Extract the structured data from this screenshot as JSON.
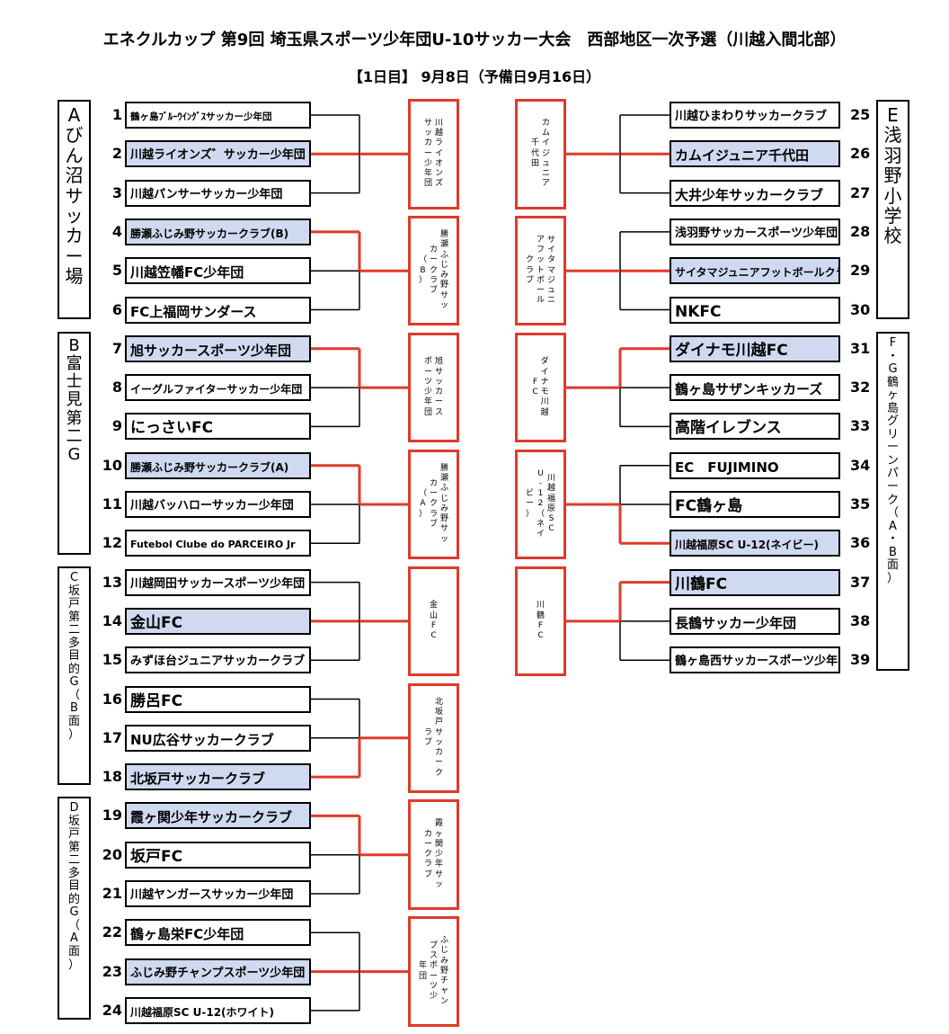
{
  "header": {
    "title": "エネクルカップ 第9回 埼玉県スポーツ少年団U-10サッカー大会　西部地区一次予選（川越入間北部）",
    "subtitle": "【1日目】 9月8日（予備日9月16日）"
  },
  "colors": {
    "winner_line": "#e03a2a",
    "winner_fill": "#cfdaf0"
  },
  "venues": [
    {
      "id": "A",
      "label": "Aびん沼サッカー場"
    },
    {
      "id": "B",
      "label": "B富士見第二G"
    },
    {
      "id": "C",
      "label": "C坂戸第二多目的G（B面）"
    },
    {
      "id": "D",
      "label": "D坂戸第二多目的G（A面）"
    },
    {
      "id": "E",
      "label": "E浅羽野小学校"
    },
    {
      "id": "F",
      "label": "F・G鶴ヶ島グリーンパーク（A・B面）"
    }
  ],
  "teams": [
    {
      "no": "1",
      "name": "鶴ヶ島ﾌﾞﾙｰｳｲﾝｸﾞｽサッカー少年団"
    },
    {
      "no": "2",
      "name": "川越ライオンズ゛サッカー少年団"
    },
    {
      "no": "3",
      "name": "川越パンサーサッカー少年団"
    },
    {
      "no": "4",
      "name": "勝瀬ふじみ野サッカークラブ(B)"
    },
    {
      "no": "5",
      "name": "川越笠幡FC少年団"
    },
    {
      "no": "6",
      "name": "FC上福岡サンダース"
    },
    {
      "no": "7",
      "name": "旭サッカースポーツ少年団"
    },
    {
      "no": "8",
      "name": "イーグルファイターサッカー少年団"
    },
    {
      "no": "9",
      "name": "にっさいFC"
    },
    {
      "no": "10",
      "name": "勝瀬ふじみ野サッカークラブ(A)"
    },
    {
      "no": "11",
      "name": "川越バッハローサッカー少年団"
    },
    {
      "no": "12",
      "name": "Futebol Clube do PARCEIRO Jr"
    },
    {
      "no": "13",
      "name": "川越岡田サッカースポーツ少年団"
    },
    {
      "no": "14",
      "name": "金山FC"
    },
    {
      "no": "15",
      "name": "みずほ台ジュニアサッカークラブ"
    },
    {
      "no": "16",
      "name": "勝呂FC"
    },
    {
      "no": "17",
      "name": "NU広谷サッカークラブ"
    },
    {
      "no": "18",
      "name": "北坂戸サッカークラブ"
    },
    {
      "no": "19",
      "name": "霞ヶ関少年サッカークラブ"
    },
    {
      "no": "20",
      "name": "坂戸FC"
    },
    {
      "no": "21",
      "name": "川越ヤンガースサッカー少年団"
    },
    {
      "no": "22",
      "name": "鶴ヶ島栄FC少年団"
    },
    {
      "no": "23",
      "name": "ふじみ野チャンプスポーツ少年団"
    },
    {
      "no": "24",
      "name": "川越福原SC U-12(ホワイト)"
    },
    {
      "no": "25",
      "name": "川越ひまわりサッカークラブ"
    },
    {
      "no": "26",
      "name": "カムイジュニア千代田"
    },
    {
      "no": "27",
      "name": "大井少年サッカークラブ"
    },
    {
      "no": "28",
      "name": "浅羽野サッカースポーツ少年団"
    },
    {
      "no": "29",
      "name": "サイタマジュニアフットボールクラブ"
    },
    {
      "no": "30",
      "name": "NKFC"
    },
    {
      "no": "31",
      "name": "ダイナモ川越FC"
    },
    {
      "no": "32",
      "name": "鶴ヶ島サザンキッカーズ"
    },
    {
      "no": "33",
      "name": "高階イレブンス"
    },
    {
      "no": "34",
      "name": "EC　FUJIMINO"
    },
    {
      "no": "35",
      "name": "FC鶴ヶ島"
    },
    {
      "no": "36",
      "name": "川越福原SC U-12(ネイビー)"
    },
    {
      "no": "37",
      "name": "川鶴FC"
    },
    {
      "no": "38",
      "name": "長鶴サッカー少年団"
    },
    {
      "no": "39",
      "name": "鶴ヶ島西サッカースポーツ少年団"
    }
  ],
  "winners": [
    {
      "group": "1-3",
      "cols": [
        "川越ライオンズ",
        "サッカー少年団"
      ]
    },
    {
      "group": "4-6",
      "cols": [
        "勝瀬ふじみ野サッ",
        "カークラブ",
        "（B）"
      ]
    },
    {
      "group": "7-9",
      "cols": [
        "旭サッカース",
        "ポーツ少年団"
      ]
    },
    {
      "group": "10-12",
      "cols": [
        "勝瀬ふじみ野サッ",
        "カークラブ",
        "（A）"
      ]
    },
    {
      "group": "13-15",
      "cols": [
        "金山FC"
      ]
    },
    {
      "group": "16-18",
      "cols": [
        "北坂戸サッカーク",
        "ラブ"
      ]
    },
    {
      "group": "19-21",
      "cols": [
        "霞ヶ関少年サッ",
        "カークラブ"
      ]
    },
    {
      "group": "22-24",
      "cols": [
        "ふじみ野チャン",
        "プスポーツ少",
        "年団"
      ]
    },
    {
      "group": "25-27",
      "cols": [
        "カムイジュニア",
        "千代田"
      ]
    },
    {
      "group": "28-30",
      "cols": [
        "サイタマジュニ",
        "アフットボール",
        "クラブ"
      ]
    },
    {
      "group": "31-33",
      "cols": [
        "ダイナモ川越",
        "FC"
      ]
    },
    {
      "group": "34-36",
      "cols": [
        "川越福原SC",
        "U-12（ネイ",
        "ビー）"
      ]
    },
    {
      "group": "37-39",
      "cols": [
        "川鶴FC"
      ]
    }
  ]
}
